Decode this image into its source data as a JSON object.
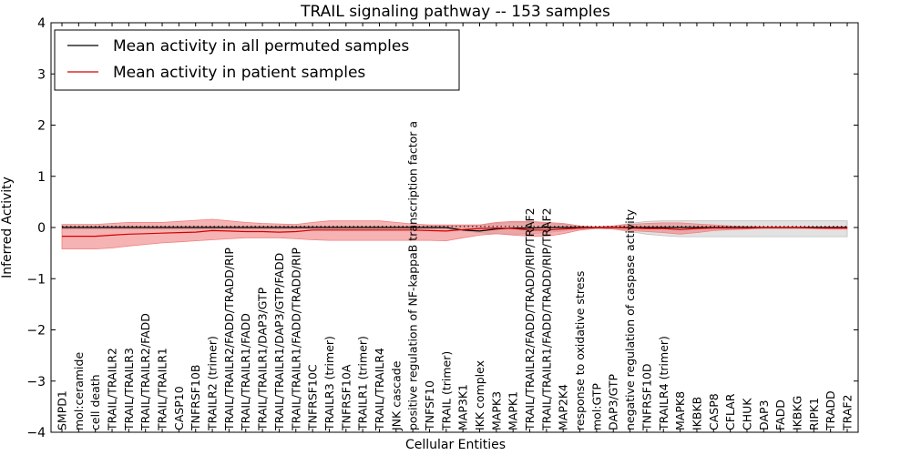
{
  "chart_data": {
    "type": "line",
    "title": "TRAIL signaling pathway -- 153 samples",
    "xlabel": "Cellular Entities",
    "ylabel": "Inferred Activity",
    "ylim": [
      -4,
      4
    ],
    "yticks": [
      "4",
      "3",
      "2",
      "1",
      "0",
      "−1",
      "−2",
      "−3",
      "−4"
    ],
    "grid": false,
    "legend_position": "top-left",
    "categories": [
      "SMPD1",
      "mol:ceramide",
      "cell death",
      "TRAIL/TRAILR2",
      "TRAIL/TRAILR3",
      "TRAIL/TRAILR2/FADD",
      "TRAIL/TRAILR1",
      "CASP10",
      "TNFRSF10B",
      "TRAILR2 (trimer)",
      "TRAIL/TRAILR2/FADD/TRADD/RIP",
      "TRAIL/TRAILR1/FADD",
      "TRAIL/TRAILR1/DAP3/GTP",
      "TRAIL/TRAILR1/DAP3/GTP/FADD",
      "TRAIL/TRAILR1/FADD/TRADD/RIP",
      "TNFRSF10C",
      "TRAILR3 (trimer)",
      "TNFRSF10A",
      "TRAILR1 (trimer)",
      "TRAIL/TRAILR4",
      "JNK cascade",
      "positive regulation of NF-kappaB transcription factor a",
      "TNFSF10",
      "TRAIL (trimer)",
      "MAP3K1",
      "IKK complex",
      "MAPK3",
      "MAPK1",
      "TRAIL/TRAILR2/FADD/TRADD/RIP/TRAF2",
      "TRAIL/TRAILR1/FADD/TRADD/RIP/TRAF2",
      "MAP2K4",
      "response to oxidative stress",
      "mol:GTP",
      "DAP3/GTP",
      "negative regulation of caspase activity",
      "TNFRSF10D",
      "TRAILR4 (trimer)",
      "MAPK8",
      "IKBKB",
      "CASP8",
      "CFLAR",
      "CHUK",
      "DAP3",
      "FADD",
      "IKBKG",
      "RIPK1",
      "TRADD",
      "TRAF2"
    ],
    "series": [
      {
        "name": "Mean activity in all permuted samples",
        "color": "#000000",
        "band_color": "#bfbfbf",
        "values": [
          0,
          0,
          0,
          0,
          0,
          0,
          0,
          0,
          0,
          0,
          0,
          0,
          0,
          0,
          0,
          0,
          0,
          0,
          0,
          0,
          0,
          0,
          0,
          0,
          -0.05,
          -0.07,
          -0.03,
          -0.01,
          -0.01,
          0,
          0,
          0,
          0,
          0,
          0,
          0,
          0,
          0,
          0,
          0,
          0,
          0,
          0,
          0,
          0,
          0,
          0,
          0
        ],
        "upper": [
          0.03,
          0.03,
          0.03,
          0.03,
          0.03,
          0.03,
          0.03,
          0.03,
          0.03,
          0.03,
          0.03,
          0.03,
          0.03,
          0.03,
          0.03,
          0.03,
          0.03,
          0.03,
          0.03,
          0.03,
          0.03,
          0.03,
          0.03,
          0.03,
          0.03,
          0.05,
          0.08,
          0.1,
          0.1,
          0.08,
          0.06,
          0.02,
          0.01,
          0.03,
          0.08,
          0.12,
          0.13,
          0.13,
          0.13,
          0.13,
          0.13,
          0.13,
          0.13,
          0.13,
          0.13,
          0.13,
          0.13,
          0.13
        ],
        "lower": [
          -0.03,
          -0.03,
          -0.03,
          -0.03,
          -0.03,
          -0.03,
          -0.03,
          -0.03,
          -0.03,
          -0.03,
          -0.03,
          -0.03,
          -0.03,
          -0.03,
          -0.03,
          -0.03,
          -0.03,
          -0.03,
          -0.03,
          -0.03,
          -0.03,
          -0.03,
          -0.03,
          -0.03,
          -0.06,
          -0.1,
          -0.12,
          -0.13,
          -0.12,
          -0.1,
          -0.07,
          -0.03,
          -0.01,
          -0.03,
          -0.08,
          -0.13,
          -0.16,
          -0.18,
          -0.18,
          -0.18,
          -0.18,
          -0.18,
          -0.18,
          -0.18,
          -0.18,
          -0.18,
          -0.18,
          -0.18
        ]
      },
      {
        "name": "Mean activity in patient samples",
        "color": "#d40000",
        "band_color": "#f08080",
        "values": [
          -0.17,
          -0.17,
          -0.17,
          -0.15,
          -0.13,
          -0.12,
          -0.11,
          -0.1,
          -0.09,
          -0.06,
          -0.07,
          -0.08,
          -0.08,
          -0.09,
          -0.08,
          -0.05,
          -0.05,
          -0.05,
          -0.05,
          -0.05,
          -0.05,
          -0.05,
          -0.06,
          -0.07,
          -0.04,
          -0.02,
          -0.01,
          -0.02,
          -0.05,
          -0.05,
          -0.03,
          -0.01,
          0,
          0,
          -0.01,
          -0.02,
          -0.02,
          -0.04,
          -0.02,
          -0.01,
          -0.01,
          -0.01,
          0,
          0,
          0,
          -0.01,
          -0.01,
          -0.01
        ],
        "upper": [
          0.06,
          0.06,
          0.06,
          0.08,
          0.1,
          0.1,
          0.1,
          0.12,
          0.14,
          0.16,
          0.13,
          0.1,
          0.08,
          0.07,
          0.06,
          0.1,
          0.13,
          0.13,
          0.13,
          0.13,
          0.1,
          0.07,
          0.05,
          0.05,
          0.05,
          0.05,
          0.1,
          0.12,
          0.12,
          0.1,
          0.08,
          0.03,
          0.01,
          0.03,
          0.06,
          0.08,
          0.09,
          0.09,
          0.07,
          0.05,
          0.03,
          0.02,
          0.01,
          0.01,
          0.01,
          0.01,
          0.01,
          0.01
        ],
        "lower": [
          -0.42,
          -0.42,
          -0.42,
          -0.4,
          -0.36,
          -0.33,
          -0.3,
          -0.28,
          -0.26,
          -0.24,
          -0.22,
          -0.2,
          -0.2,
          -0.2,
          -0.22,
          -0.24,
          -0.25,
          -0.25,
          -0.25,
          -0.25,
          -0.25,
          -0.25,
          -0.25,
          -0.26,
          -0.2,
          -0.15,
          -0.12,
          -0.15,
          -0.17,
          -0.17,
          -0.12,
          -0.05,
          -0.02,
          -0.03,
          -0.06,
          -0.08,
          -0.1,
          -0.13,
          -0.1,
          -0.06,
          -0.04,
          -0.03,
          -0.02,
          -0.02,
          -0.02,
          -0.02,
          -0.03,
          -0.03
        ]
      }
    ]
  }
}
